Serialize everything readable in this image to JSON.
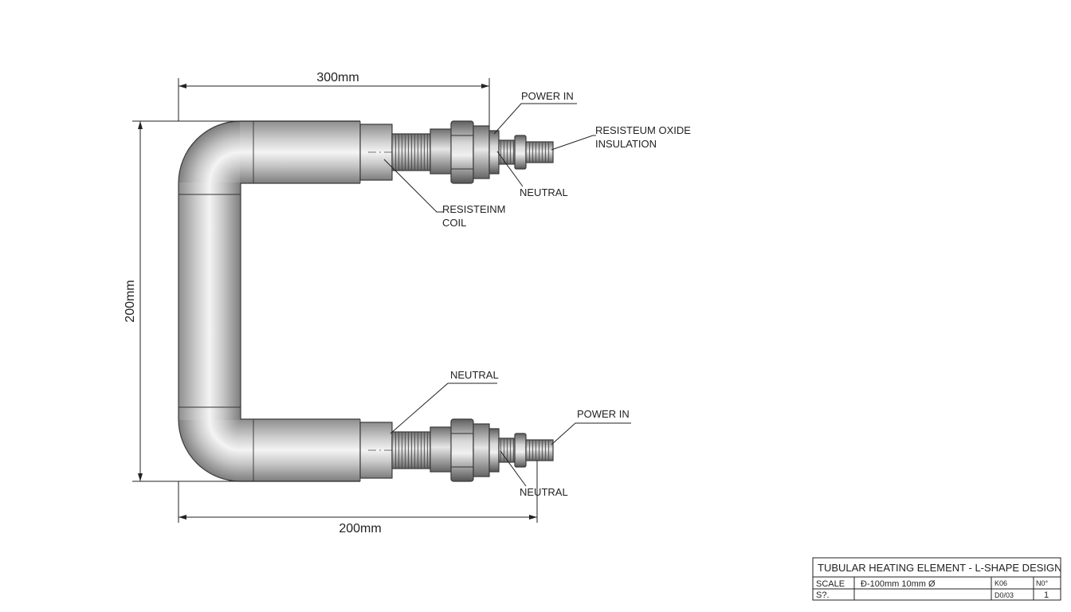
{
  "dimensions": {
    "top_width": "300mm",
    "left_height": "200mm",
    "bottom_width": "200mm"
  },
  "labels": {
    "power_in_top": "POWER IN",
    "oxide_line1": "RESISTEUM OXIDE",
    "oxide_line2": "INSULATION",
    "neutral_top": "NEUTRAL",
    "coil_line1": "RESISTEINM",
    "coil_line2": "COIL",
    "neutral_mid": "NEUTRAL",
    "power_in_bottom": "POWER IN",
    "neutral_bottom": "NEUTRAL"
  },
  "title_block": {
    "title": "TUBULAR HEATING ELEMENT - L-SHAPE DESIGN",
    "scale_label": "SCALE",
    "spec": "Ð-100mm 10mm Ø",
    "code_a": "K06",
    "code_b": "N0°",
    "sheet_label": "S?.",
    "code_c": "D0/03",
    "sheet_no": "1"
  },
  "colors": {
    "tube_dark": "#8e8e8e",
    "tube_light": "#f4f4f4",
    "line": "#222222"
  }
}
